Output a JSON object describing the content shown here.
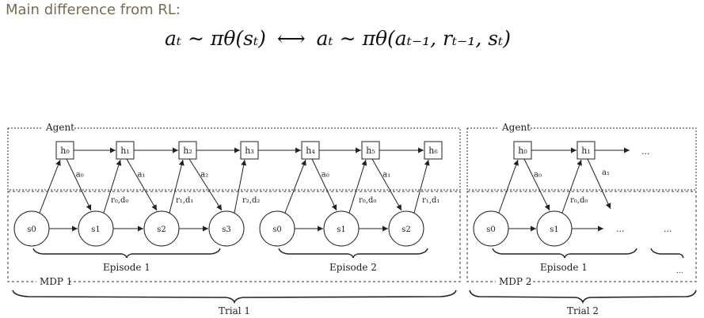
{
  "heading": "Main difference from RL:",
  "formula": {
    "lhs": "aₜ ∼ πθ(sₜ)",
    "arrow": "⟷",
    "rhs": "aₜ ∼ πθ(aₜ₋₁, rₜ₋₁, sₜ)"
  },
  "diagram": {
    "agent_label": "Agent",
    "mdp1_label": "MDP 1",
    "mdp2_label": "MDP 2",
    "trial1_label": "Trial 1",
    "trial2_label": "Trial 2",
    "ellipsis": "...",
    "trial1": {
      "hidden": [
        "h₀",
        "h₁",
        "h₂",
        "h₃",
        "h₄",
        "h₅",
        "h₆"
      ],
      "states": [
        "s0",
        "s1",
        "s2",
        "s3",
        "s0",
        "s1",
        "s2"
      ],
      "actions": [
        "a₀",
        "a₁",
        "a₂",
        "a₀",
        "a₁"
      ],
      "feedback": [
        "r₀,d₀",
        "r₁,d₁",
        "r₂,d₂",
        "r₀,d₀",
        "r₁,d₁"
      ],
      "episodes": [
        "Episode 1",
        "Episode 2"
      ]
    },
    "trial2": {
      "hidden": [
        "h₀",
        "h₁"
      ],
      "states": [
        "s0",
        "s1"
      ],
      "actions": [
        "a₀",
        "a₁"
      ],
      "feedback": [
        "r₀,d₀"
      ],
      "episodes": [
        "Episode 1"
      ]
    }
  }
}
